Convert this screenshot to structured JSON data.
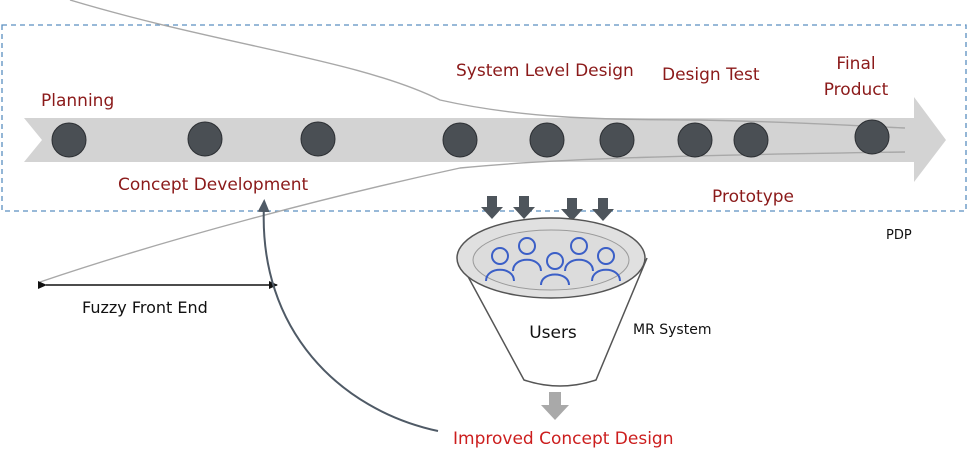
{
  "labels": {
    "planning": "Planning",
    "concept_development": "Concept Development",
    "system_level_design": "System Level Design",
    "design_test": "Design Test",
    "final_product_line1": "Final",
    "final_product_line2": "Product",
    "prototype": "Prototype",
    "pdp": "PDP",
    "fuzzy_front_end": "Fuzzy Front End",
    "users": "Users",
    "mr_system": "MR System",
    "improved_concept_design": "Improved Concept Design"
  },
  "colors": {
    "stage_text": "#8b1a1a",
    "improved_text": "#cc1e1e",
    "node_fill": "#4a4f54",
    "arrow_band": "#d3d3d3",
    "dashed_border": "#5a8fc0",
    "user_icons": "#3b5fc7",
    "feedback_arrow": "#4f5a66"
  }
}
